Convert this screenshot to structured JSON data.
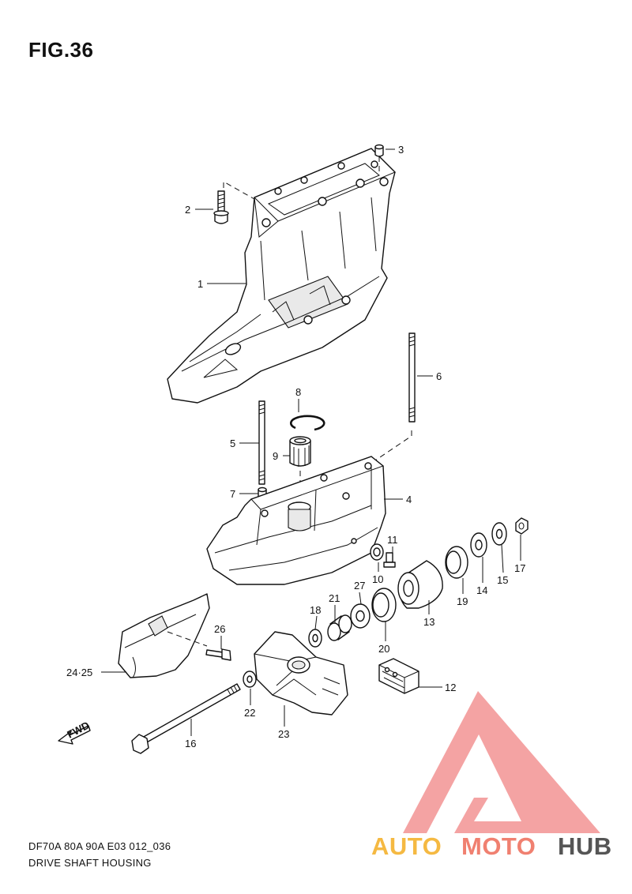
{
  "figure": {
    "title": "FIG.36",
    "code": "DF70A 80A 90A E03 012_036",
    "name": "DRIVE SHAFT HOUSING",
    "fwd_label": "FWD"
  },
  "callouts": [
    "1",
    "2",
    "3",
    "4",
    "5",
    "6",
    "7",
    "8",
    "9",
    "10",
    "11",
    "12",
    "13",
    "14",
    "15",
    "16",
    "17",
    "18",
    "19",
    "20",
    "21",
    "22",
    "23",
    "24·25",
    "26",
    "27"
  ],
  "watermark": {
    "part1": "AUTO",
    "part2": "MOTO",
    "part3": "HUB",
    "colors": {
      "triangle": "#f08080",
      "auto": "#f5b942",
      "moto": "#f08070",
      "hub": "#555555"
    }
  }
}
